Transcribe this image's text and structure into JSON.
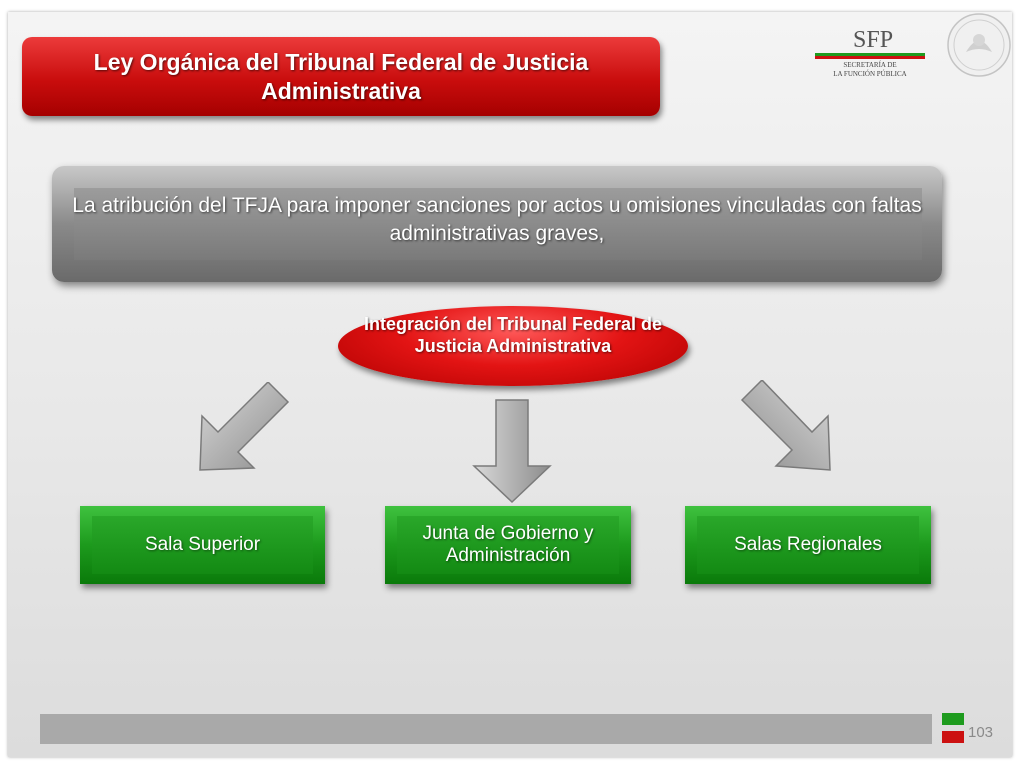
{
  "header": {
    "title": "Ley Orgánica del Tribunal Federal de Justicia Administrativa",
    "logo_text": "SFP",
    "logo_subtitle_1": "SECRETARÍA DE",
    "logo_subtitle_2": "LA FUNCIÓN PÚBLICA"
  },
  "main": {
    "statement": "La atribución del TFJA para imponer sanciones por actos u omisiones vinculadas con faltas administrativas graves,",
    "center": "Integración del Tribunal Federal de Justicia Administrativa",
    "branches": [
      {
        "label": "Sala Superior"
      },
      {
        "label": "Junta de Gobierno y Administración"
      },
      {
        "label": "Salas Regionales"
      }
    ]
  },
  "footer": {
    "page_number": "103"
  },
  "colors": {
    "red": "#c90d0d",
    "green": "#1d9a1d",
    "gray": "#8a8a8a"
  }
}
